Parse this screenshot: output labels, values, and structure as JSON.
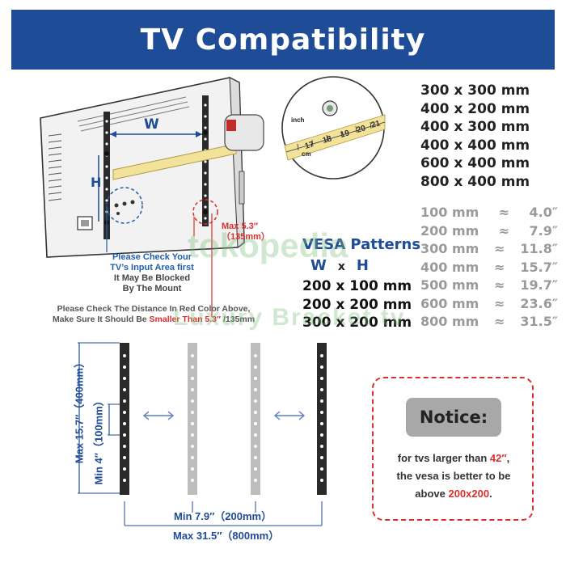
{
  "title": "TV  Compatibility",
  "diagram": {
    "w_label": "W",
    "h_label": "H",
    "inch_label": "inch",
    "cm_label": "cm",
    "ruler_numbers": [
      "17",
      "18",
      "19",
      "20",
      "21"
    ],
    "max_distance": {
      "line1": "Max  5.3″",
      "line2": "（135mm）"
    },
    "check_input": {
      "line1": "Please Check Your",
      "line2": "TV’s Input Area first",
      "line3": "It May Be Blocked",
      "line4": "By The Mount"
    },
    "check_distance": {
      "line1": "Please Check The Distance In Red Color Above,",
      "line2_prefix": "Make Sure It Should Be ",
      "line2_red": "Smaller Than 5.3″",
      "line2_suffix": " /135mm"
    }
  },
  "top_sizes": [
    "300 x 300 mm",
    "400 x 200 mm",
    "400 x 300 mm",
    "400 x 400 mm",
    "600 x 400 mm",
    "800 x 400 mm"
  ],
  "vesa": {
    "title": "VESA Patterns",
    "w": "W",
    "x": "x",
    "h": "H",
    "sizes": [
      "200 x 100 mm",
      "200 x 200 mm",
      "300 x 200 mm"
    ]
  },
  "conversions": [
    {
      "mm": "100 mm",
      "approx": "≈",
      "inch": "4.0″"
    },
    {
      "mm": "200 mm",
      "approx": "≈",
      "inch": "7.9″"
    },
    {
      "mm": "300 mm",
      "approx": "≈",
      "inch": "11.8″"
    },
    {
      "mm": "400 mm",
      "approx": "≈",
      "inch": "15.7″"
    },
    {
      "mm": "500 mm",
      "approx": "≈",
      "inch": "19.7″"
    },
    {
      "mm": "600 mm",
      "approx": "≈",
      "inch": "23.6″"
    },
    {
      "mm": "800 mm",
      "approx": "≈",
      "inch": "31.5″"
    }
  ],
  "brackets": {
    "max_height": "Max  15.7″（400mm）",
    "min_height": "Min  4″（100mm）",
    "min_width": "Min  7.9″（200mm）",
    "max_width": "Max  31.5″（800mm）"
  },
  "notice": {
    "title": "Notice:",
    "line1_prefix": "for tvs larger than ",
    "line1_red": "42″",
    "line1_suffix": ",",
    "line2": "the vesa is better to be",
    "line3_prefix": "above ",
    "line3_red": "200x200",
    "line3_suffix": "."
  },
  "watermarks": [
    "tokopedia",
    "Luxury Bracket tv"
  ],
  "colors": {
    "brand_blue": "#1f4c96",
    "red": "#d8302c",
    "tape_yellow": "#f3e29a",
    "bracket_black": "#2a2a2a",
    "bracket_grey": "#bdbdbd"
  }
}
